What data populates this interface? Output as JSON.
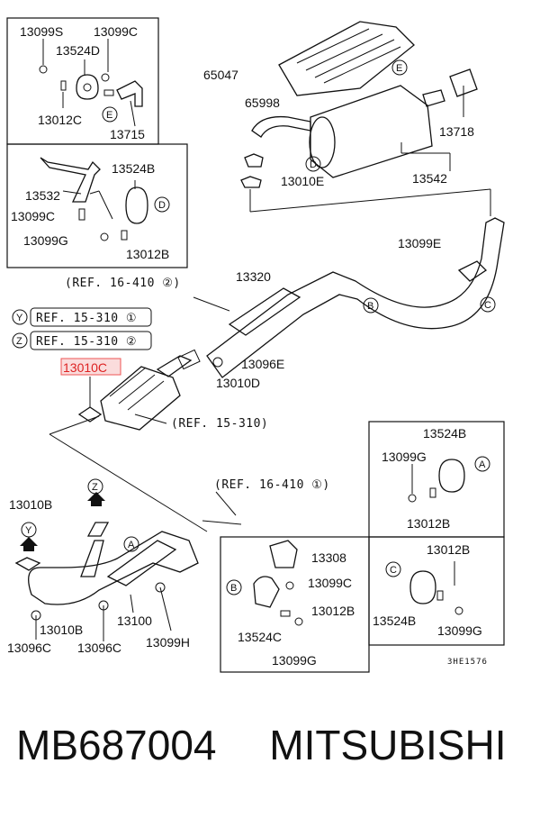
{
  "labels": {
    "p13099S": "13099S",
    "p13099C_top": "13099C",
    "p13524D": "13524D",
    "p13012C": "13012C",
    "p13715": "13715",
    "p65047": "65047",
    "p65998": "65998",
    "p13718": "13718",
    "p13542": "13542",
    "p13010E": "13010E",
    "p13532": "13532",
    "p13524B_left": "13524B",
    "p13099C_left": "13099C",
    "p13099G_left": "13099G",
    "p13012B_left": "13012B",
    "p13099E": "13099E",
    "p13320": "13320",
    "p13096E": "13096E",
    "p13010D": "13010D",
    "p13010C": "13010C",
    "p13524B_right": "13524B",
    "p13099G_right": "13099G",
    "p13012B_right": "13012B",
    "p13010B_top": "13010B",
    "p13308": "13308",
    "p13099C_bottom": "13099C",
    "p13012B_bottom": "13012B",
    "p13524C": "13524C",
    "p13099G_bottom": "13099G",
    "p13012B_br": "13012B",
    "p13524B_br": "13524B",
    "p13099G_br": "13099G",
    "p13010B_bottom": "13010B",
    "p13100": "13100",
    "p13099H": "13099H",
    "p13096C_a": "13096C",
    "p13096C_b": "13096C"
  },
  "refs": {
    "ref_16_410_2": "(REF. 16-410 ②)",
    "ref_15_310_1": "REF. 15-310 ①",
    "ref_15_310_2": "REF. 15-310 ②",
    "ref_15_310": "(REF. 15-310)",
    "ref_16_410_1": "(REF. 16-410 ①)"
  },
  "callouts": {
    "E": "E",
    "D": "D",
    "B": "B",
    "C": "C",
    "A": "A",
    "Y": "Y",
    "Z": "Z"
  },
  "code": "3HE1576",
  "footer": {
    "part_number": "MB687004",
    "brand": "MITSUBISHI"
  }
}
